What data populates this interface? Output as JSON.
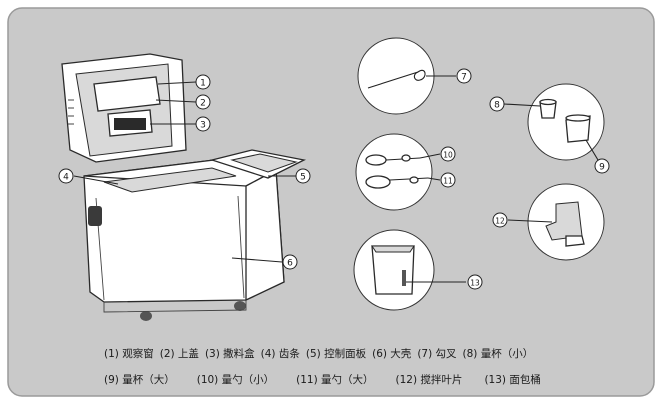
{
  "callouts": [
    "1",
    "2",
    "3",
    "4",
    "5",
    "6",
    "7",
    "8",
    "9",
    "10",
    "11",
    "12",
    "13"
  ],
  "legend": {
    "row1": [
      {
        "num": "1",
        "label": "观察窗"
      },
      {
        "num": "2",
        "label": "上盖"
      },
      {
        "num": "3",
        "label": "撒料盒"
      },
      {
        "num": "4",
        "label": "齿条"
      },
      {
        "num": "5",
        "label": "控制面板"
      },
      {
        "num": "6",
        "label": "大壳"
      },
      {
        "num": "7",
        "label": "勾叉"
      },
      {
        "num": "8",
        "label": "量杯（小）"
      }
    ],
    "row2": [
      {
        "num": "9",
        "label": "量杯（大）"
      },
      {
        "num": "10",
        "label": "量勺（小）"
      },
      {
        "num": "11",
        "label": "量勺（大）"
      },
      {
        "num": "12",
        "label": "搅拌叶片"
      },
      {
        "num": "13",
        "label": "面包桶"
      }
    ]
  }
}
